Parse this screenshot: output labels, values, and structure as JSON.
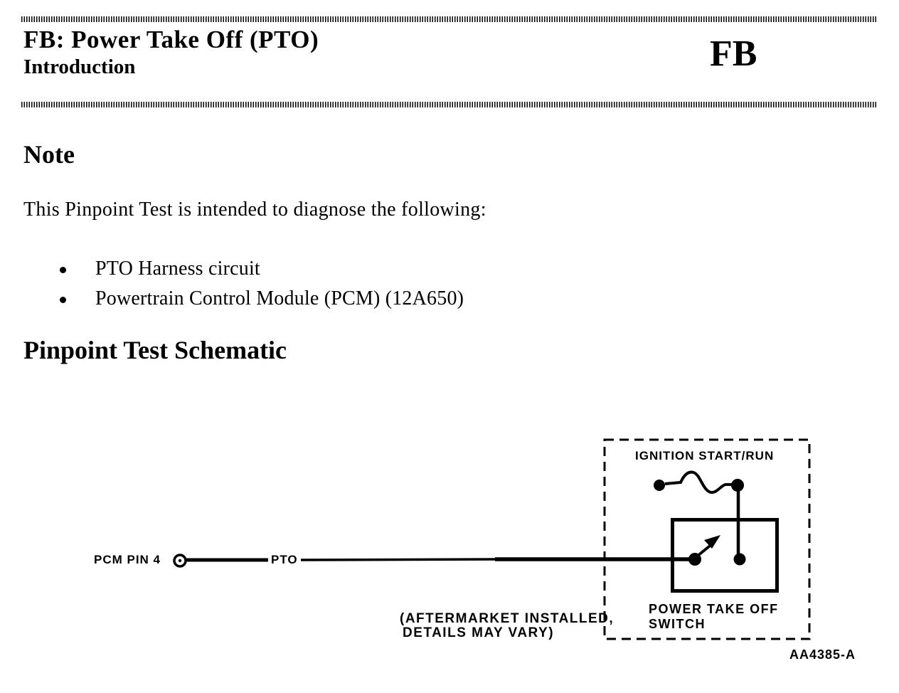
{
  "page": {
    "header": {
      "title": "FB: Power Take Off (PTO)",
      "subtitle": "Introduction",
      "section_code": "FB"
    },
    "note": {
      "heading": "Note",
      "intro": "This Pinpoint Test is intended to diagnose the following:",
      "items": [
        "PTO Harness circuit",
        "Powertrain Control Module (PCM) (12A650)"
      ]
    },
    "schematic": {
      "heading": "Pinpoint Test Schematic",
      "labels": {
        "pcm_pin": "PCM PIN 4",
        "circuit": "PTO",
        "ignition": "IGNITION START/RUN",
        "aftermarket_line1": "(AFTERMARKET INSTALLED,",
        "aftermarket_line2": "DETAILS MAY VARY)",
        "switch_line1": "POWER TAKE OFF",
        "switch_line2": "SWITCH",
        "figure_id": "AA4385-A"
      }
    },
    "colors": {
      "ink": "#000000",
      "paper": "#ffffff"
    }
  }
}
